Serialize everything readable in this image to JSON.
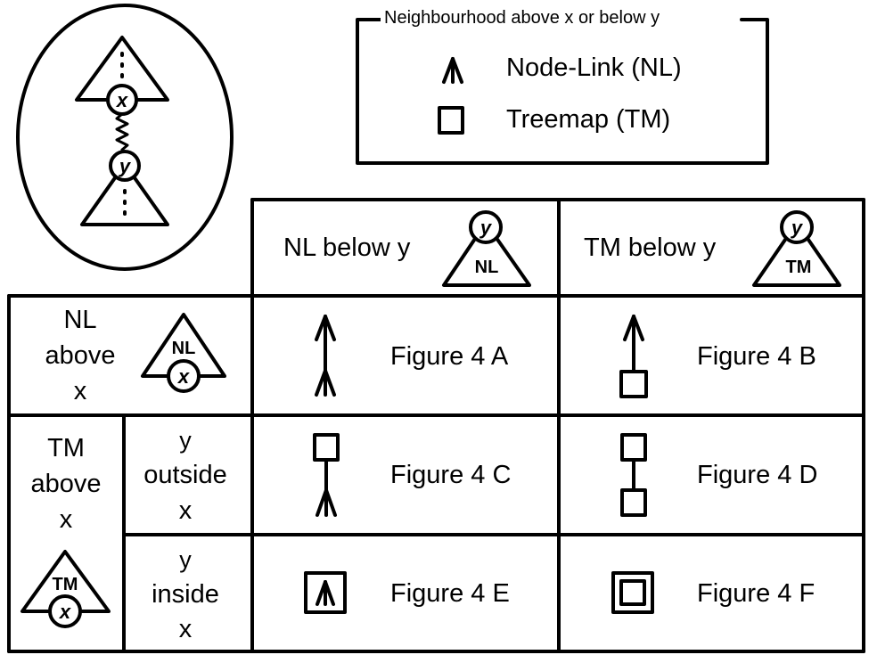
{
  "legend": {
    "title": "Neighbourhood above x or below y",
    "items": [
      {
        "icon": "node-link-arrow-icon",
        "label": "Node-Link (NL)"
      },
      {
        "icon": "treemap-square-icon",
        "label": "Treemap (TM)"
      }
    ]
  },
  "schematic": {
    "var_x": "x",
    "var_y": "y"
  },
  "columns": [
    {
      "label": "NL below y",
      "badge": "NL",
      "var": "y"
    },
    {
      "label": "TM below y",
      "badge": "TM",
      "var": "y"
    }
  ],
  "rows": {
    "nl_above": {
      "lines": [
        "NL",
        "above",
        "x"
      ],
      "badge": "NL",
      "var": "x"
    },
    "tm_above": {
      "lines": [
        "TM",
        "above",
        "x"
      ],
      "badge": "TM",
      "var": "x"
    },
    "y_outside": {
      "lines": [
        "y",
        "outside",
        "x"
      ]
    },
    "y_inside": {
      "lines": [
        "y",
        "inside",
        "x"
      ]
    }
  },
  "cells": {
    "a": "Figure 4 A",
    "b": "Figure 4 B",
    "c": "Figure 4 C",
    "d": "Figure 4 D",
    "e": "Figure 4 E",
    "f": "Figure 4 F"
  },
  "colors": {
    "ink": "#000000",
    "background": "#ffffff"
  }
}
